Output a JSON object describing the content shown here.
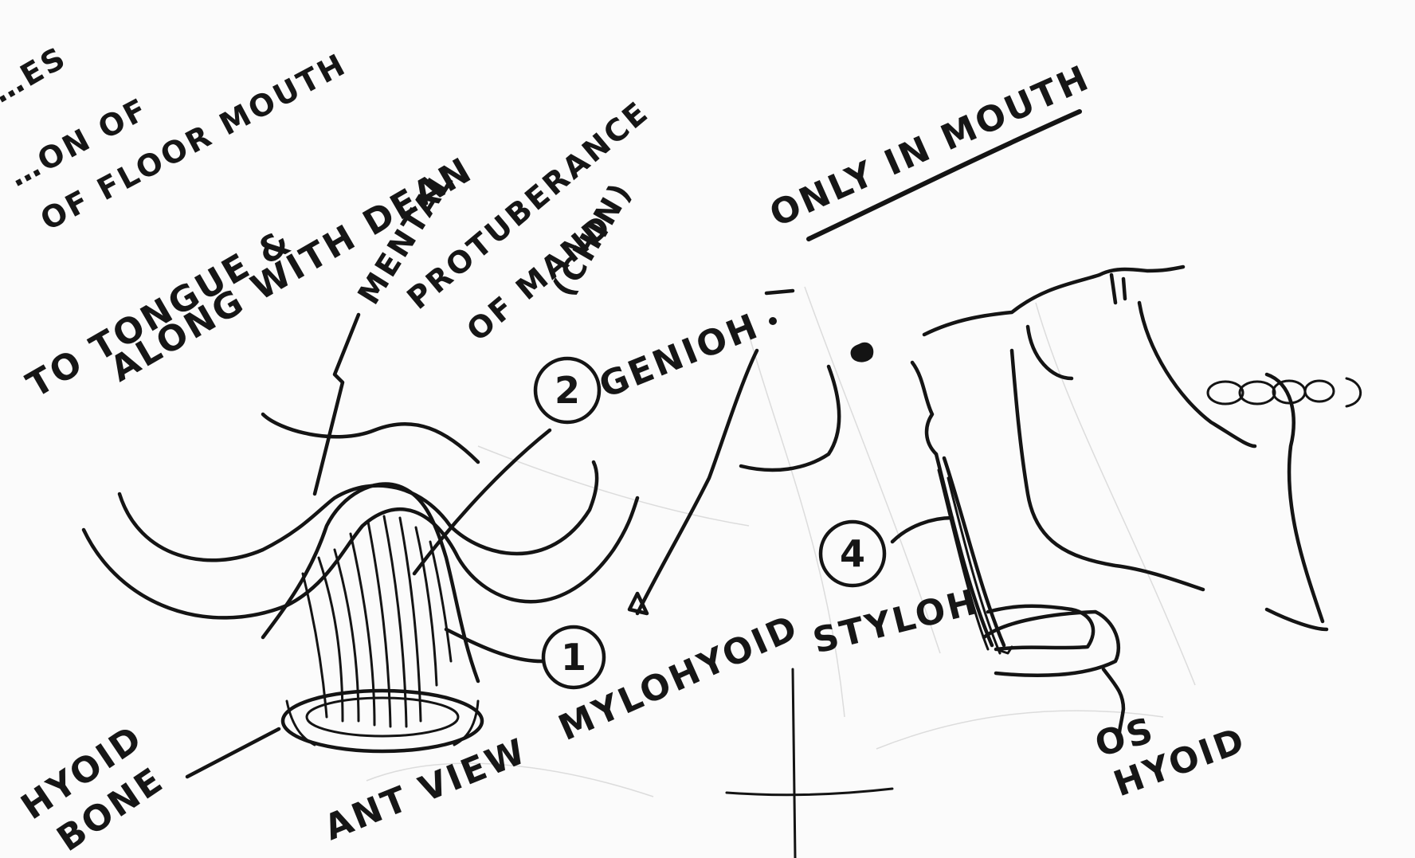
{
  "labels": {
    "corner_fragment": "…ES",
    "floor_line1": "…ON OF",
    "floor_line2": "OF FLOOR MOUTH",
    "tongue_line1": "TO TONGUE &",
    "tongue_line2": "ALONG WITH DEAN",
    "mental_line1": "MENTAL",
    "mental_line2": "PROTUBERANCE",
    "mental_line3": "OF MAND",
    "mental_line4": "(CHIN)",
    "only_in_mouth": "ONLY IN MOUTH",
    "geniohyoid": "GENIOH",
    "mylohyoid": "MYLOHYOID",
    "stylohyoid": "STYLOH",
    "hyoid_bone_line1": "HYOID",
    "hyoid_bone_line2": "BONE",
    "os_hyoid_line1": "OS",
    "os_hyoid_line2": "HYOID",
    "view_label": "ANT VIEW"
  },
  "markers": {
    "geniohyoid_number": "2",
    "mylohyoid_number": "1",
    "stylohyoid_number": "4"
  }
}
